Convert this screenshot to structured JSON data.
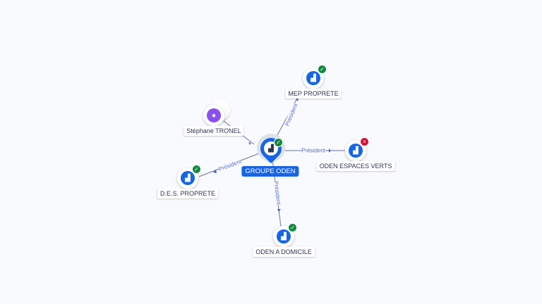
{
  "center": {
    "name": "GROUPE ODEN",
    "status": "active",
    "icon": "building-icon"
  },
  "nodes": [
    {
      "name": "MEP PROPRETE",
      "status": "active"
    },
    {
      "name": "Stéphane TRONEL",
      "type": "person"
    },
    {
      "name": "ODEN ESPACES VERTS",
      "status": "closed"
    },
    {
      "name": "D.E.S. PROPRETE",
      "status": "active"
    },
    {
      "name": "ODEN A DOMICILE",
      "status": "active"
    }
  ],
  "edges": [
    {
      "label": "Président",
      "to": "MEP PROPRETE"
    },
    {
      "label": "Président",
      "to": "ODEN ESPACES VERTS"
    },
    {
      "label": "Président",
      "to": "D.E.S. PROPRETE"
    },
    {
      "label": "Président",
      "to": "ODEN A DOMICILE"
    }
  ],
  "colors": {
    "accent": "#1565e8",
    "ok": "#0d8a3e",
    "closed": "#d5123a",
    "person": "#8b4ff0"
  }
}
